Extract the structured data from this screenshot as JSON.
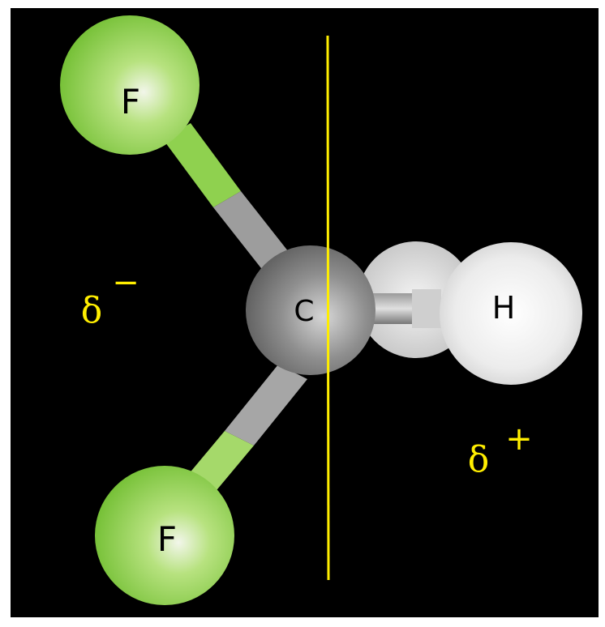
{
  "molecule": {
    "atoms": [
      {
        "id": "f-top",
        "element": "F",
        "label": "F"
      },
      {
        "id": "f-bottom",
        "element": "F",
        "label": "F"
      },
      {
        "id": "c-center",
        "element": "C",
        "label": "C"
      },
      {
        "id": "h-front",
        "element": "H",
        "label": "H"
      }
    ],
    "colors": {
      "fluorine": "#8fd14f",
      "carbon": "#8a8a8a",
      "hydrogen": "#e8e8e8",
      "bond_gray": "#9a9a9a",
      "annotation": "#ffee00",
      "atom_label": "#000000",
      "background": "#000000"
    }
  },
  "annotations": {
    "partial_negative_symbol": "δ",
    "partial_negative_sign": "−",
    "partial_positive_symbol": "δ",
    "partial_positive_sign": "+"
  }
}
